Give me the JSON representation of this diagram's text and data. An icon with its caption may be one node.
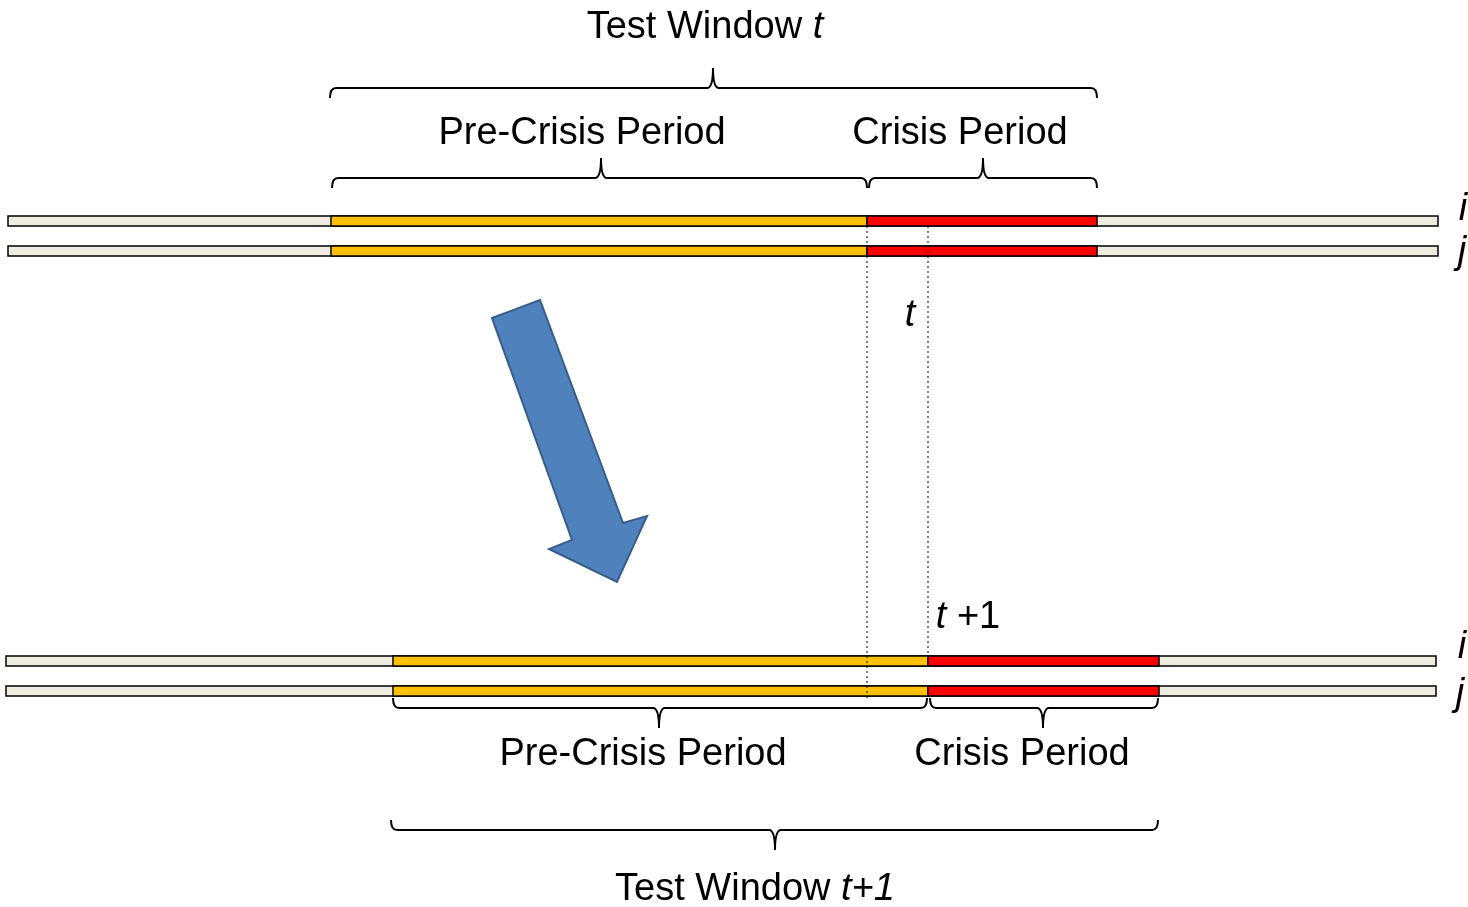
{
  "diagram": {
    "labels": [
      "Test Window *t*",
      "Pre-Crisis Period",
      "Crisis Period",
      "i",
      "j",
      "t",
      "*t* +1",
      "i",
      "j",
      "Pre-Crisis Period",
      "Crisis Period",
      "Test Window *t+1*"
    ]
  }
}
